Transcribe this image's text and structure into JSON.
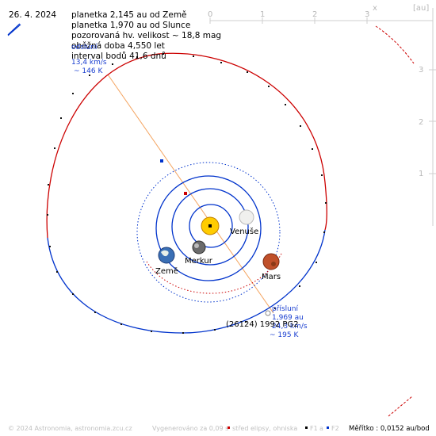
{
  "date": "26. 4. 2024",
  "info_lines": [
    "planetka 2,145 au od Země",
    "planetka 1,970 au od Slunce",
    "pozorovaná hv. velikost ~ 18,8 mag",
    "oběžná doba 4,550 let",
    "interval bodů 41,6 dnů"
  ],
  "aphelion_block": [
    "odsluní",
    "13,4 km/s",
    "~ 146 K"
  ],
  "perihelion_block": [
    "přísluní",
    "1,969 au",
    "24,3 km/s",
    "~ 195 K"
  ],
  "asteroid_name": "(26124) 1992 PG2",
  "planet_labels": {
    "earth": "Země",
    "venus": "Venuše",
    "mercury": "Merkur",
    "mars": "Mars"
  },
  "axis": {
    "x_ticks": [
      "0",
      "1",
      "2",
      "3"
    ],
    "y_ticks": [
      "3",
      "2",
      "1"
    ],
    "x_label": "x",
    "unit": "[au]"
  },
  "footer": {
    "copyright": "© 2024 Astronomia, astronomia.zcu.cz",
    "generated": "Vygenerováno za 0,09 s",
    "legend_center": "střed elipsy, ohniska",
    "f1": "F1",
    "f2": "F2",
    "scale": "Měřítko : 0,0152 au/bod"
  },
  "colors": {
    "orbit_red": "#cc0000",
    "orbit_blue": "#0033cc",
    "line_of_apsides": "#f4a460",
    "axis_grey": "#c8c8c8"
  }
}
